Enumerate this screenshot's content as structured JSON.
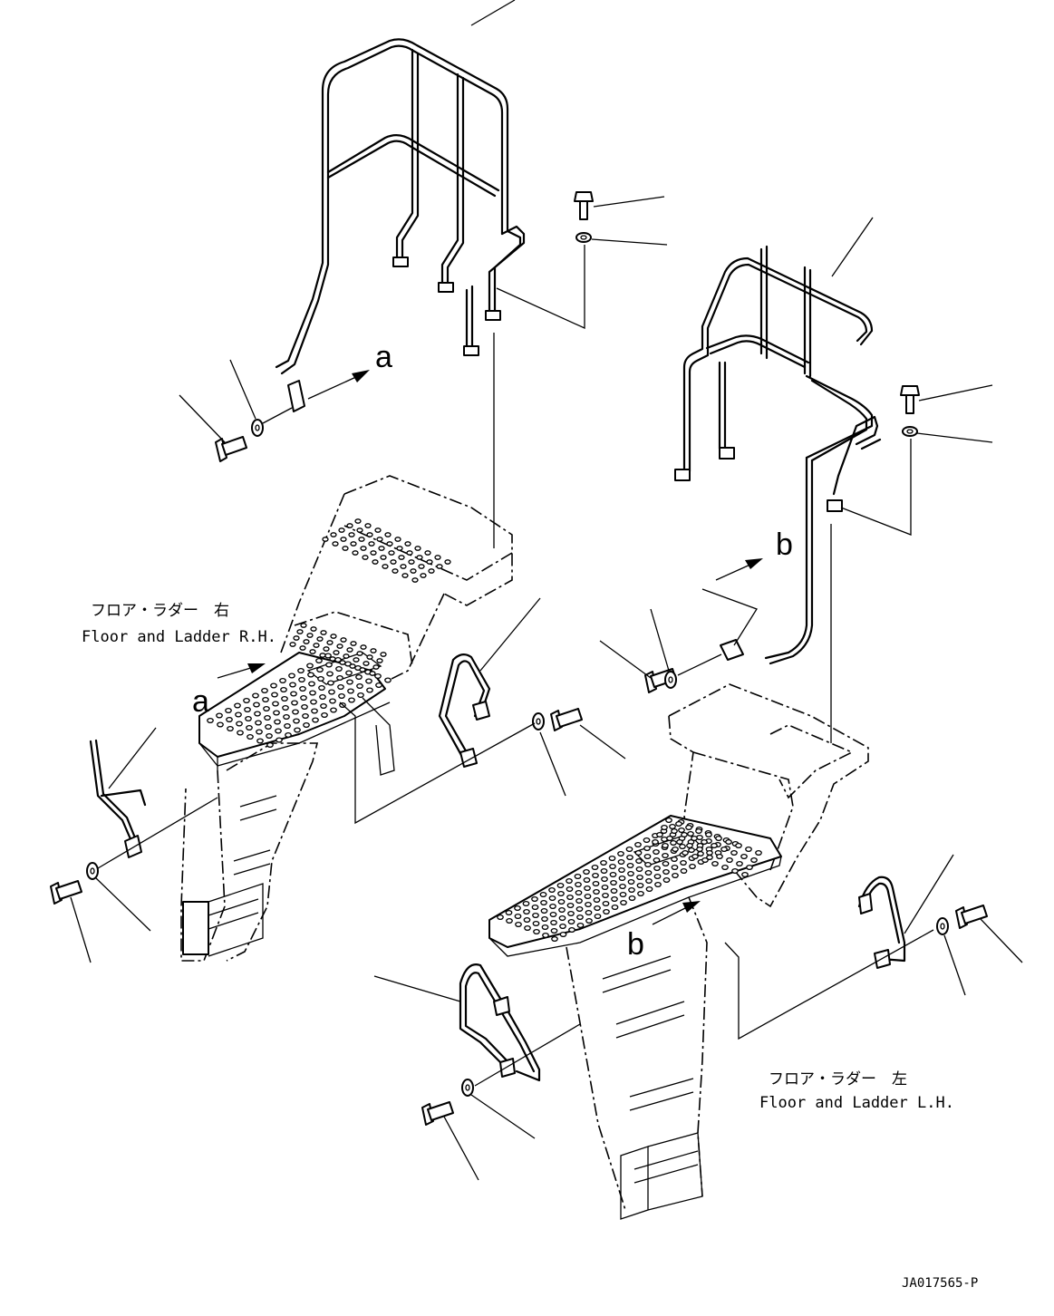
{
  "labels": {
    "rh_jp": "フロア・ラダー　右",
    "rh_en": "Floor and Ladder R.H.",
    "lh_jp": "フロア・ラダー　左",
    "lh_en": "Floor and Ladder L.H.",
    "view_a": "a",
    "view_a2": "a",
    "view_b": "b",
    "view_b2": "b",
    "drawing_code": "JA017565-P"
  }
}
